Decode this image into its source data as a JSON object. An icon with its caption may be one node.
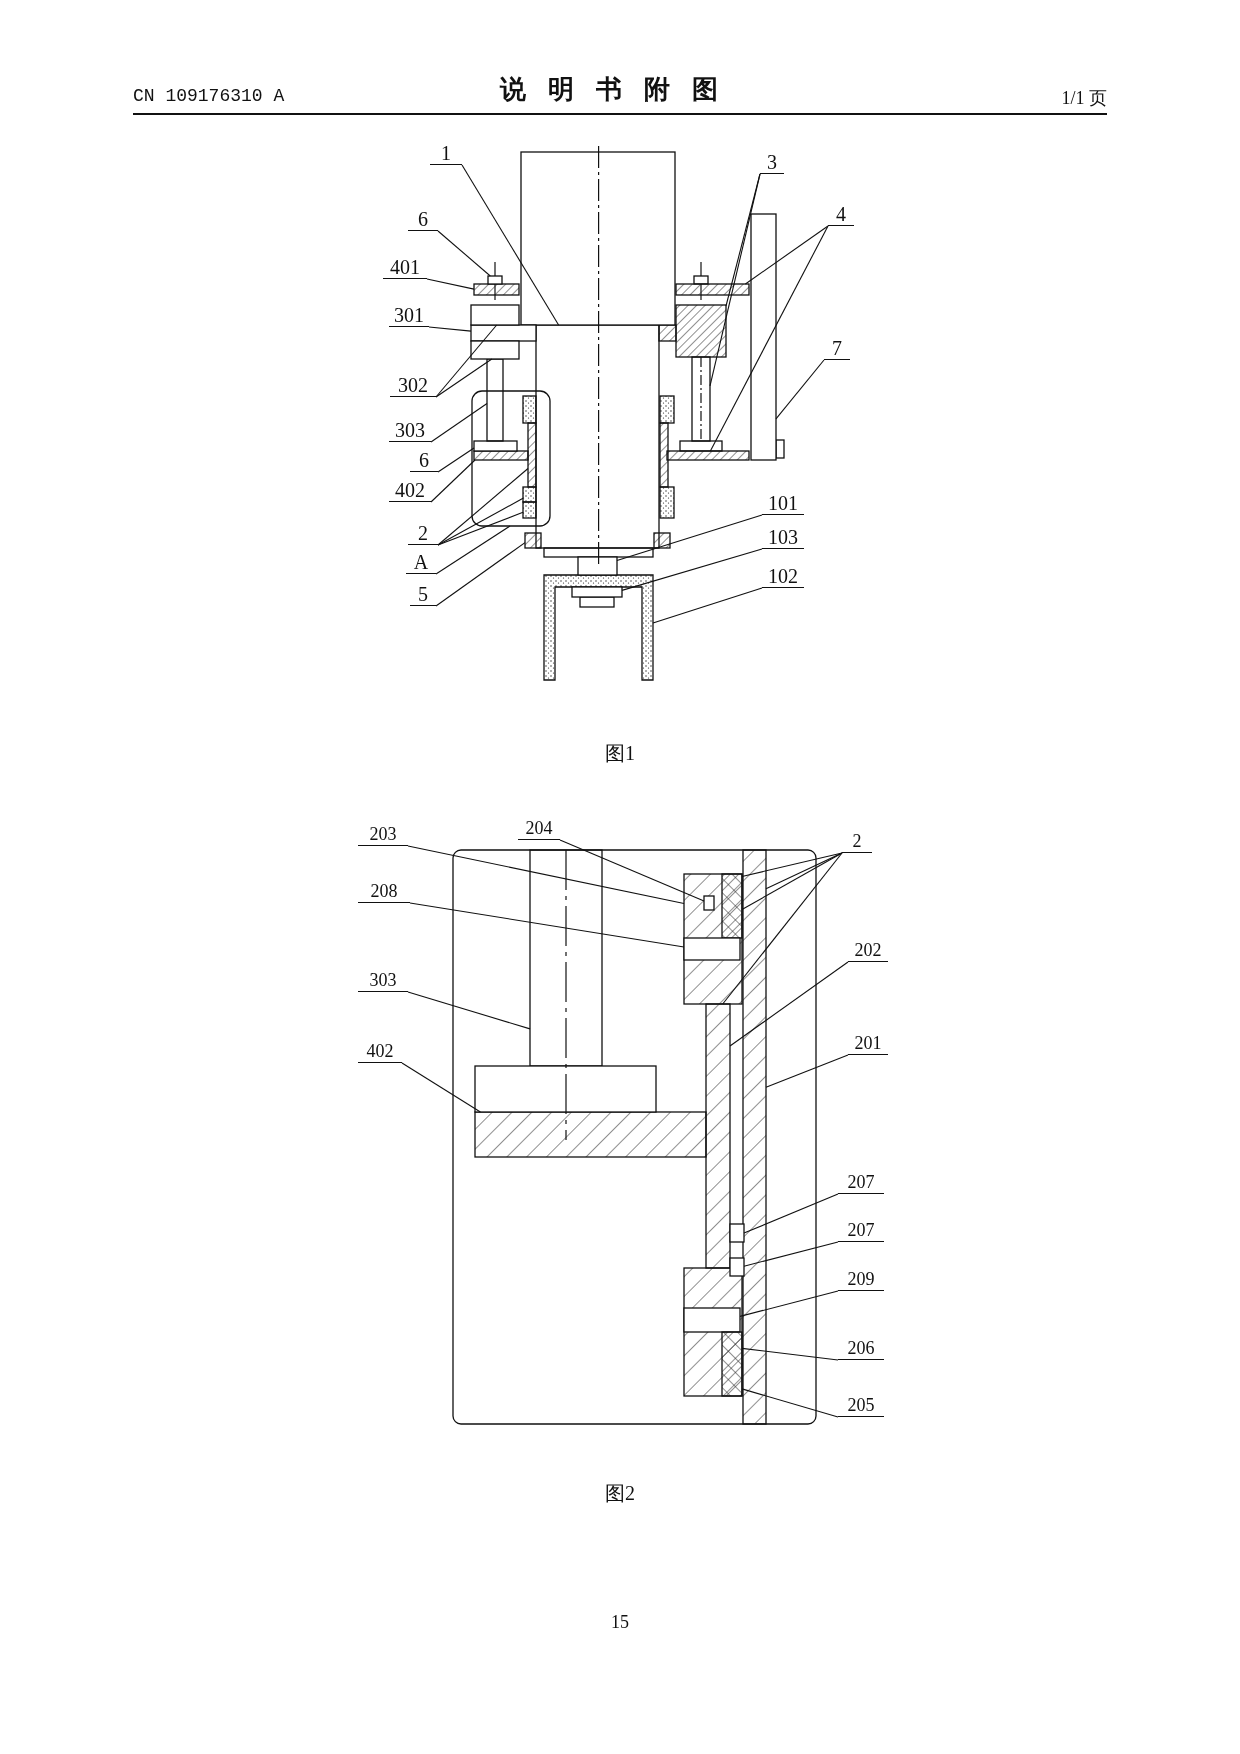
{
  "diagram": {
    "title": "说明书附图",
    "nodes": [
      {
        "text": [
          "1"
        ]
      },
      {
        "text": [
          "3"
        ]
      },
      {
        "text": [
          "4"
        ]
      },
      {
        "text": [
          "6"
        ]
      },
      {
        "text": [
          "401"
        ]
      },
      {
        "text": [
          "301"
        ]
      },
      {
        "text": [
          "7"
        ]
      },
      {
        "text": [
          "302"
        ]
      },
      {
        "text": [
          "303"
        ]
      },
      {
        "text": [
          "6"
        ]
      },
      {
        "text": [
          "402"
        ]
      },
      {
        "text": [
          "2"
        ]
      },
      {
        "text": [
          "A"
        ]
      },
      {
        "text": [
          "5"
        ]
      },
      {
        "text": [
          "101"
        ]
      },
      {
        "text": [
          "103"
        ]
      },
      {
        "text": [
          "102"
        ]
      },
      {
        "text": [
          "203"
        ]
      },
      {
        "text": [
          "204"
        ]
      },
      {
        "text": [
          "2"
        ]
      },
      {
        "text": [
          "208"
        ]
      },
      {
        "text": [
          "202"
        ]
      },
      {
        "text": [
          "303"
        ]
      },
      {
        "text": [
          "201"
        ]
      },
      {
        "text": [
          "402"
        ]
      },
      {
        "text": [
          "207"
        ]
      },
      {
        "text": [
          "207"
        ]
      },
      {
        "text": [
          "209"
        ]
      },
      {
        "text": [
          "206"
        ]
      },
      {
        "text": [
          "205"
        ]
      },
      {
        "text": [],
        "shape": "box"
      },
      {
        "text": [],
        "shape": "box"
      },
      {
        "text": [],
        "shape": "box"
      },
      {
        "text": [],
        "shape": "box"
      },
      {
        "text": [],
        "shape": "box"
      },
      {
        "text": [],
        "shape": "box"
      },
      {
        "text": [],
        "shape": "box"
      },
      {
        "text": [],
        "shape": "box"
      },
      {
        "text": [],
        "shape": "box"
      },
      {
        "text": [],
        "shape": "box"
      },
      {
        "text": [],
        "shape": "box"
      },
      {
        "text": [],
        "shape": "box"
      },
      {
        "text": [],
        "shape": "box",
        "in": 47
      },
      {
        "text": [],
        "shape": "box",
        "in": 47
      },
      {
        "text": [],
        "shape": "box",
        "in": 47
      },
      {
        "text": [],
        "shape": "box",
        "in": 47
      },
      {
        "text": [],
        "shape": "box",
        "in": 47
      },
      {
        "text": [],
        "shape": "box"
      },
      {
        "text": [],
        "shape": "box"
      },
      {
        "text": [],
        "shape": "box"
      },
      {
        "text": [],
        "shape": "box"
      },
      {
        "text": [],
        "shape": "box"
      },
      {
        "text": [],
        "shape": "box"
      },
      {
        "text": [],
        "shape": "box",
        "in": 52
      },
      {
        "text": [],
        "shape": "box",
        "in": 52
      },
      {
        "text": [],
        "shape": "box"
      },
      {
        "text": [],
        "shape": "box"
      },
      {
        "text": [],
        "shape": "box",
        "in": 52
      },
      {
        "text": [],
        "shape": "box"
      },
      {
        "text": [],
        "shape": "box"
      },
      {
        "text": [],
        "shape": "box"
      },
      {
        "text": [],
        "shape": "box"
      },
      {
        "text": [],
        "shape": "box",
        "in": 64
      },
      {
        "text": [],
        "shape": "box",
        "in": 64
      },
      {
        "text": [],
        "shape": "box"
      },
      {
        "text": [],
        "shape": "box"
      },
      {
        "text": [],
        "shape": "box"
      }
    ],
    "edges": [
      {
        "from": 0,
        "to": 30,
        "arrow": "none"
      },
      {
        "from": 1,
        "to": 31,
        "arrow": "none"
      },
      {
        "from": 1,
        "to": 32,
        "arrow": "none"
      },
      {
        "from": 2,
        "to": 33,
        "arrow": "none"
      },
      {
        "from": 2,
        "to": 34,
        "arrow": "none"
      },
      {
        "from": 3,
        "to": 35,
        "arrow": "none"
      },
      {
        "from": 4,
        "to": 36,
        "arrow": "none"
      },
      {
        "from": 5,
        "to": 37,
        "arrow": "none"
      },
      {
        "from": 6,
        "to": 38,
        "arrow": "none"
      },
      {
        "from": 7,
        "to": 39,
        "arrow": "none"
      },
      {
        "from": 7,
        "to": 40,
        "arrow": "none"
      },
      {
        "from": 8,
        "to": 41,
        "arrow": "none"
      },
      {
        "from": 9,
        "to": 42,
        "arrow": "none"
      },
      {
        "from": 10,
        "to": 43,
        "arrow": "none"
      },
      {
        "from": 11,
        "to": 44,
        "arrow": "none"
      },
      {
        "from": 11,
        "to": 45,
        "arrow": "none"
      },
      {
        "from": 11,
        "to": 46,
        "arrow": "none"
      },
      {
        "from": 12,
        "to": 47,
        "arrow": "none"
      },
      {
        "from": 13,
        "to": 48,
        "arrow": "none"
      },
      {
        "from": 14,
        "to": 49,
        "arrow": "none"
      },
      {
        "from": 15,
        "to": 50,
        "arrow": "none"
      },
      {
        "from": 16,
        "to": 51,
        "arrow": "none"
      },
      {
        "from": 17,
        "to": 52,
        "arrow": "none"
      },
      {
        "from": 18,
        "to": 53,
        "arrow": "none"
      },
      {
        "from": 19,
        "to": 52,
        "arrow": "none"
      },
      {
        "from": 19,
        "to": 54,
        "arrow": "none"
      },
      {
        "from": 19,
        "to": 55,
        "arrow": "none"
      },
      {
        "from": 19,
        "to": 56,
        "arrow": "none"
      },
      {
        "from": 20,
        "to": 57,
        "arrow": "none"
      },
      {
        "from": 21,
        "to": 56,
        "arrow": "none"
      },
      {
        "from": 22,
        "to": 58,
        "arrow": "none"
      },
      {
        "from": 23,
        "to": 55,
        "arrow": "none"
      },
      {
        "from": 24,
        "to": 59,
        "arrow": "none"
      },
      {
        "from": 25,
        "to": 60,
        "arrow": "none"
      },
      {
        "from": 26,
        "to": 61,
        "arrow": "none"
      },
      {
        "from": 27,
        "to": 62,
        "arrow": "none"
      },
      {
        "from": 28,
        "to": 63,
        "arrow": "none"
      },
      {
        "from": 29,
        "to": 64,
        "arrow": "none"
      }
    ],
    "labels": [
      "CN 109176310 A",
      "1/1 页",
      "图1",
      "图2",
      "15"
    ]
  }
}
